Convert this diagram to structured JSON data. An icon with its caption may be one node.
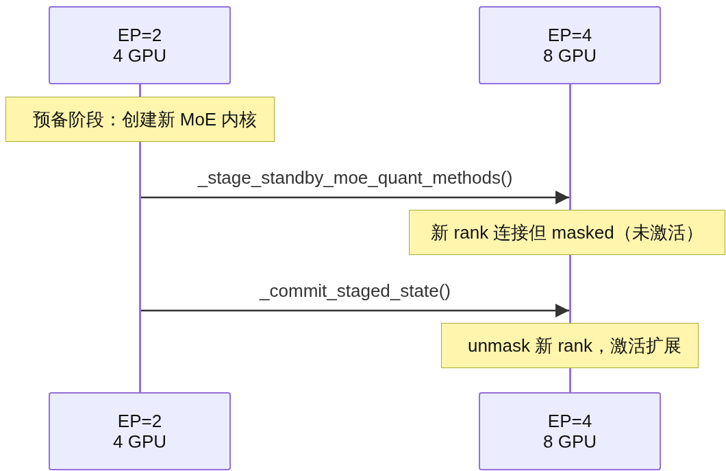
{
  "diagram": {
    "nodes": [
      {
        "text": [
          "EP=2",
          "4 GPU"
        ]
      },
      {
        "text": [
          "EP=4",
          "8 GPU"
        ]
      },
      {
        "text": [
          "EP=2",
          "4 GPU"
        ]
      },
      {
        "text": [
          "EP=4",
          "8 GPU"
        ]
      },
      {
        "text": [
          "预备阶段：创建新 MoE 内核"
        ]
      },
      {
        "text": [
          "新 rank 连接但 masked（未激活）"
        ]
      },
      {
        "text": [
          "unmask 新 rank，激活扩展"
        ]
      },
      {
        "text": [],
        "shape": "bar"
      },
      {
        "text": [],
        "shape": "bar"
      }
    ],
    "edges": [
      {
        "from": 7,
        "to": 8,
        "arrow": "to",
        "label": "_stage_standby_moe_quant_methods()"
      },
      {
        "from": 7,
        "to": 8,
        "arrow": "to",
        "label": "_commit_staged_state()"
      }
    ]
  }
}
